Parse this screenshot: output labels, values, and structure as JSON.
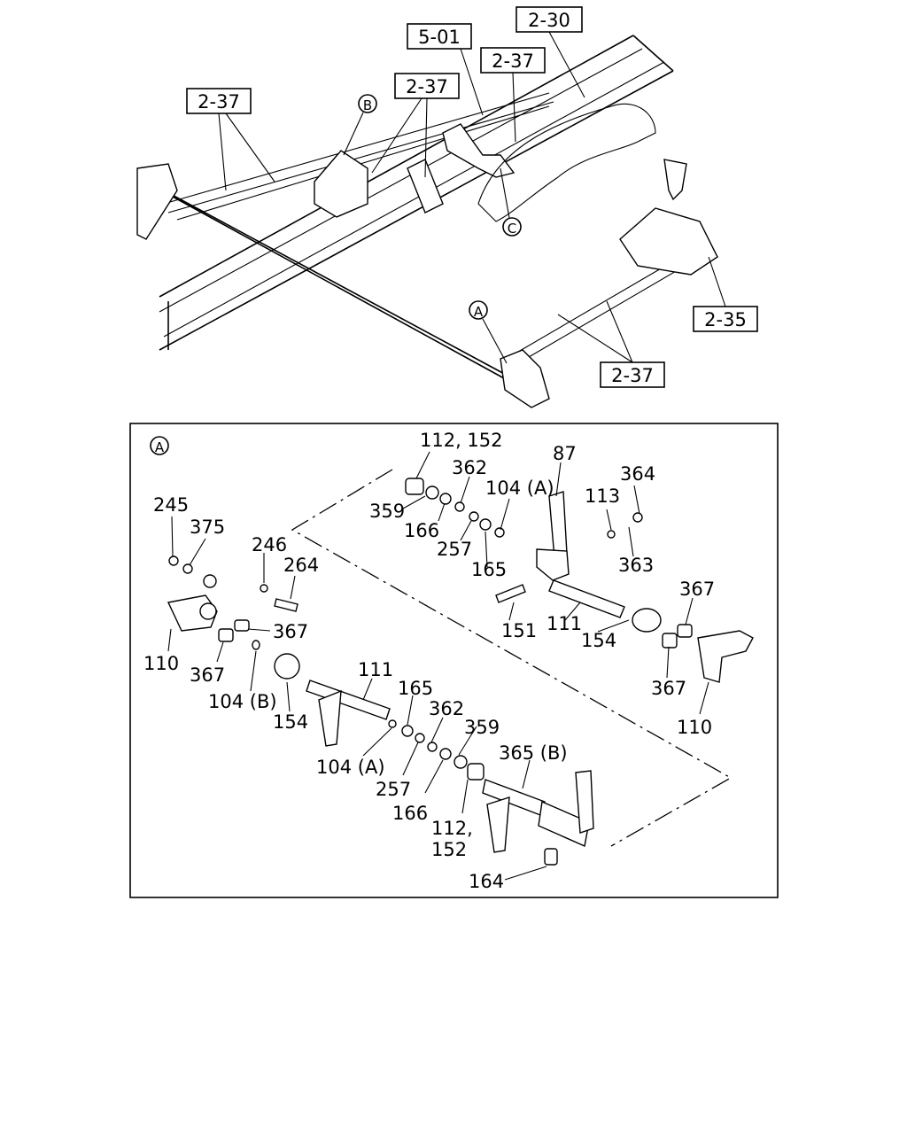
{
  "overview": {
    "ref_labels": [
      "2-30",
      "5-01",
      "2-37",
      "2-37",
      "2-37",
      "2-35",
      "2-37"
    ],
    "detail_markers": [
      "B",
      "C",
      "A"
    ]
  },
  "detail": {
    "marker": "A",
    "callouts": [
      "112, 152",
      "362",
      "87",
      "104 (A)",
      "364",
      "359",
      "113",
      "166",
      "257",
      "165",
      "363",
      "245",
      "375",
      "246",
      "264",
      "367",
      "110",
      "367",
      "104 (B)",
      "154",
      "111",
      "151",
      "111",
      "154",
      "367",
      "367",
      "110",
      "165",
      "362",
      "359",
      "104 (A)",
      "257",
      "166",
      "365 (B)",
      "112,",
      "152",
      "164"
    ]
  }
}
